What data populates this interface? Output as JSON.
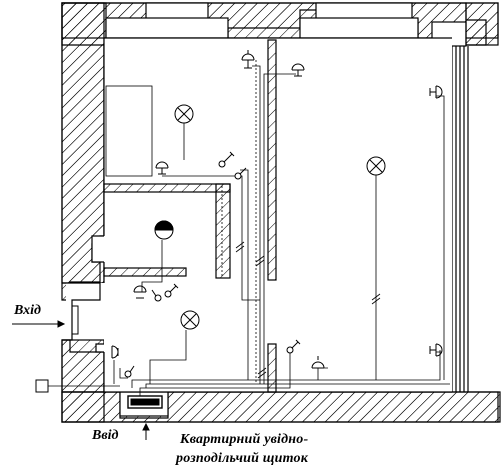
{
  "labels": {
    "entry": "Вхід",
    "exit": "Ввід",
    "panel_line1": "Квартирний увідно-",
    "panel_line2": "розподільчий щиток"
  },
  "colors": {
    "line": "#000000",
    "background": "#ffffff"
  },
  "icons": [
    "lamp-symbol",
    "wall-lamp-symbol",
    "switch-symbol",
    "socket-symbol",
    "distribution-board-symbol",
    "arrow-up-icon",
    "arrow-right-icon"
  ]
}
